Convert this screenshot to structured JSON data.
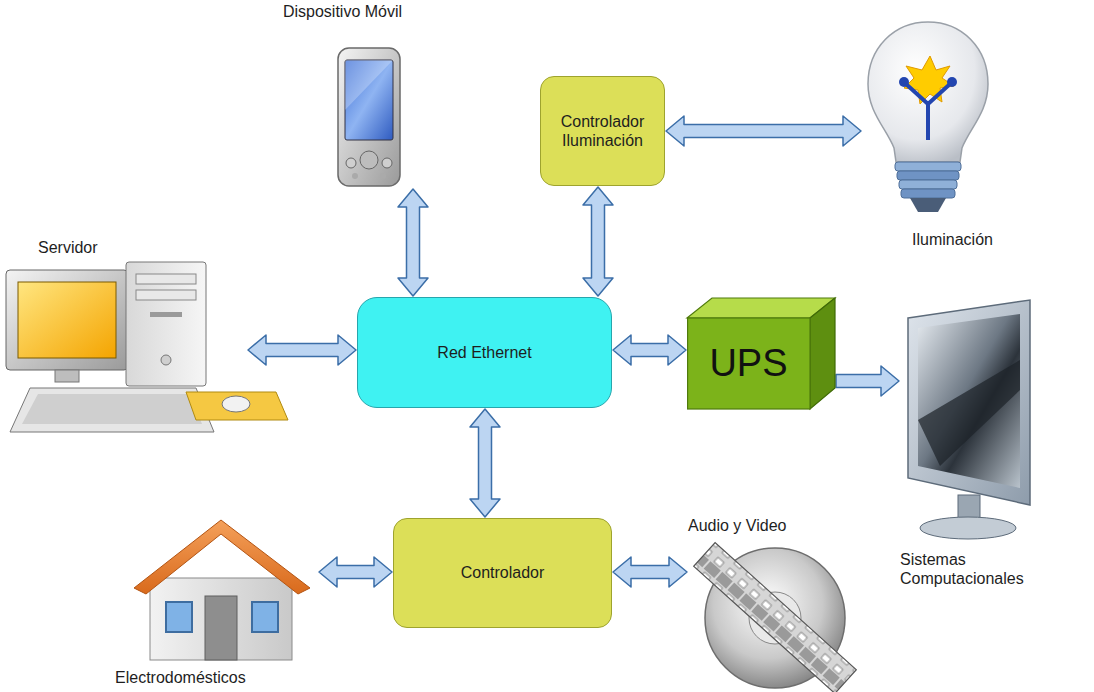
{
  "diagram": {
    "nodes": [
      {
        "text": [
          "Dispositivo Móvil"
        ]
      },
      {
        "text": [
          "Controlador Iluminación"
        ]
      },
      {
        "text": [
          "Iluminación"
        ]
      },
      {
        "text": [
          "Servidor"
        ]
      },
      {
        "text": [
          "Red Ethernet"
        ]
      },
      {
        "text": [
          "UPS"
        ]
      },
      {
        "text": [
          "Sistemas Computacionales"
        ]
      },
      {
        "text": [
          "Controlador"
        ]
      },
      {
        "text": [
          "Electrodomésticos"
        ]
      },
      {
        "text": [
          "Audio y Video"
        ]
      }
    ],
    "edges": [
      {
        "from": 4,
        "to": 0,
        "arrow": "both"
      },
      {
        "from": 4,
        "to": 1,
        "arrow": "both"
      },
      {
        "from": 1,
        "to": 2,
        "arrow": "both"
      },
      {
        "from": 3,
        "to": 4,
        "arrow": "both"
      },
      {
        "from": 4,
        "to": 5,
        "arrow": "both"
      },
      {
        "from": 5,
        "to": 6,
        "arrow": "to"
      },
      {
        "from": 4,
        "to": 7,
        "arrow": "both"
      },
      {
        "from": 7,
        "to": 8,
        "arrow": "both"
      },
      {
        "from": 7,
        "to": 9,
        "arrow": "both"
      }
    ]
  }
}
